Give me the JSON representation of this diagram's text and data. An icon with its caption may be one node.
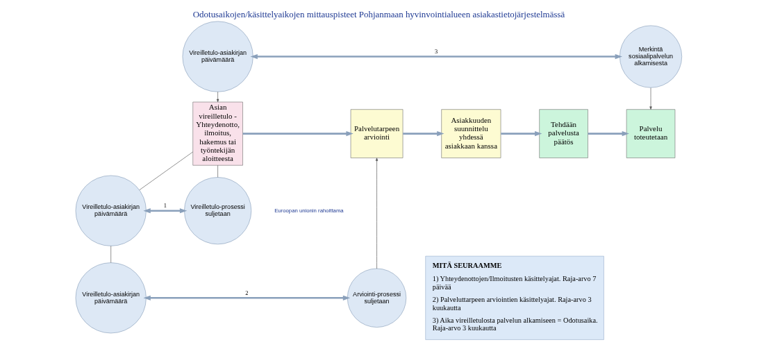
{
  "diagram": {
    "title": "Odotusaikojen/käsittelyaikojen mittauspisteet Pohjanmaan hyvinvointialueen asiakastietojärjestelmässä",
    "nodes": [
      {
        "text": [
          "Vireilletulo-asiakirjan päivämäärä"
        ]
      },
      {
        "text": [
          "Merkintä sosiaalipalvelun alkamisesta"
        ]
      },
      {
        "text": [
          "Asian vireilletulo - Yhteydenotto, ilmoitus, hakemus tai työntekijän aloitteesta"
        ]
      },
      {
        "text": [
          "Palvelutarpeen arviointi"
        ]
      },
      {
        "text": [
          "Asiakkuuden suunnittelu yhdessä asiakkaan kanssa"
        ]
      },
      {
        "text": [
          "Tehdään palvelusta päätös"
        ]
      },
      {
        "text": [
          "Palvelu toteutetaan"
        ]
      },
      {
        "text": [
          "Vireilletulo-asiakirjan päivämäärä"
        ]
      },
      {
        "text": [
          "Vireilletulo-prosessi suljetaan"
        ]
      },
      {
        "text": [
          "Vireilletulo-asiakirjan päivämäärä"
        ]
      },
      {
        "text": [
          "Arviointi-prosessi suljetaan"
        ]
      },
      {
        "text": [
          "MITÄ SEURAAMME",
          "1) Yhteydenottojen/Ilmoitusten käsittelyajat. Raja-arvo 7 päivää",
          "2) Palveluttarpeen arviointien käsittelyajat. Raja-arvo 3 kuukautta",
          "3) Aika vireilletulosta palvelun alkamiseen = Odotusaika. Raja-arvo 3 kuukautta"
        ]
      }
    ],
    "edges": [
      {
        "from": 0,
        "to": 1,
        "arrow": "both",
        "label": "3"
      },
      {
        "from": 0,
        "to": 2,
        "arrow": "to",
        "color": "#555555"
      },
      {
        "from": 1,
        "to": 6,
        "arrow": "to",
        "color": "#555555"
      },
      {
        "from": 2,
        "to": 3,
        "arrow": "to"
      },
      {
        "from": 3,
        "to": 4,
        "arrow": "to"
      },
      {
        "from": 4,
        "to": 5,
        "arrow": "to"
      },
      {
        "from": 5,
        "to": 6,
        "arrow": "to"
      },
      {
        "from": 2,
        "to": 7,
        "arrow": "none",
        "color": "#555555"
      },
      {
        "from": 2,
        "to": 8,
        "arrow": "none",
        "color": "#555555"
      },
      {
        "from": 7,
        "to": 8,
        "arrow": "both",
        "label": "1"
      },
      {
        "from": 7,
        "to": 9,
        "arrow": "none",
        "color": "#555555"
      },
      {
        "from": 9,
        "to": 10,
        "arrow": "both",
        "label": "2"
      },
      {
        "from": 10,
        "to": 3,
        "arrow": "to",
        "color": "#555555"
      }
    ],
    "labels": [
      "Euroopan unionin rahoittama"
    ]
  }
}
